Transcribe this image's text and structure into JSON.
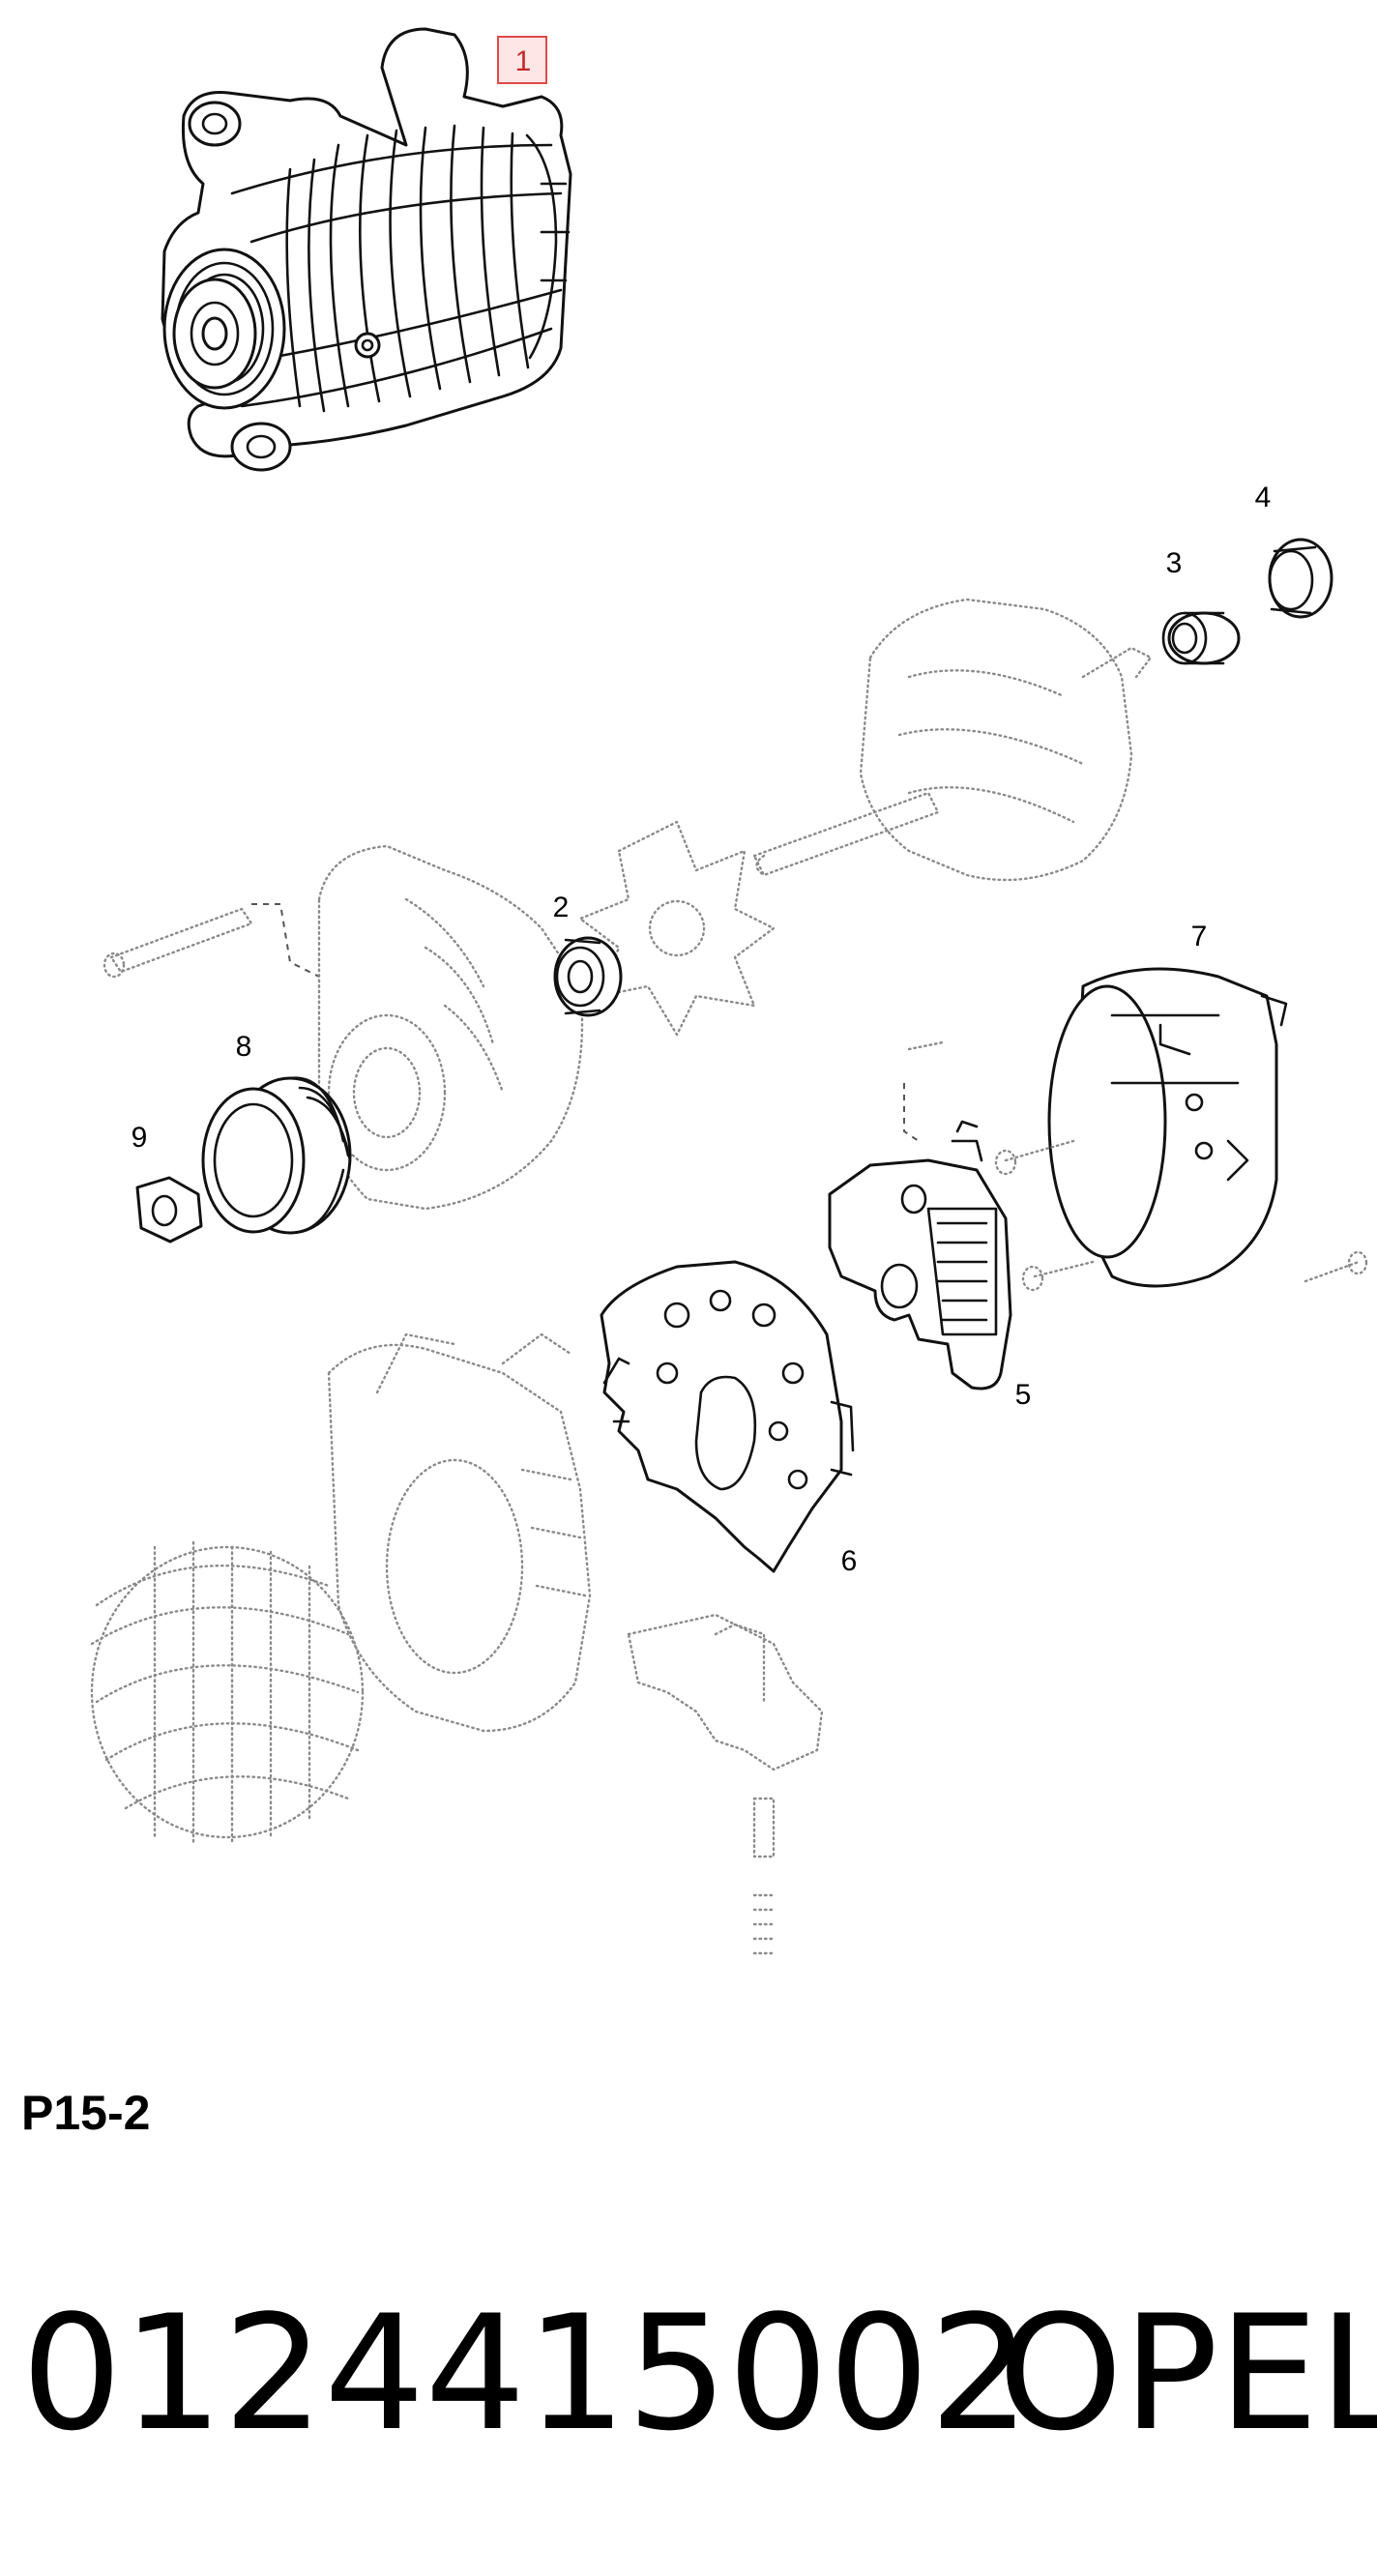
{
  "diagram": {
    "highlighted_callout": "1",
    "callouts": [
      "2",
      "3",
      "4",
      "5",
      "6",
      "7",
      "8",
      "9"
    ],
    "colors": {
      "highlight_fill": "#ffe6e6",
      "highlight_border": "#e04848",
      "dotted_line": "#8a8a8a",
      "solid_line": "#111111"
    }
  },
  "page_code": "P15-2",
  "part_number": "0124415002",
  "brand": "OPEL"
}
